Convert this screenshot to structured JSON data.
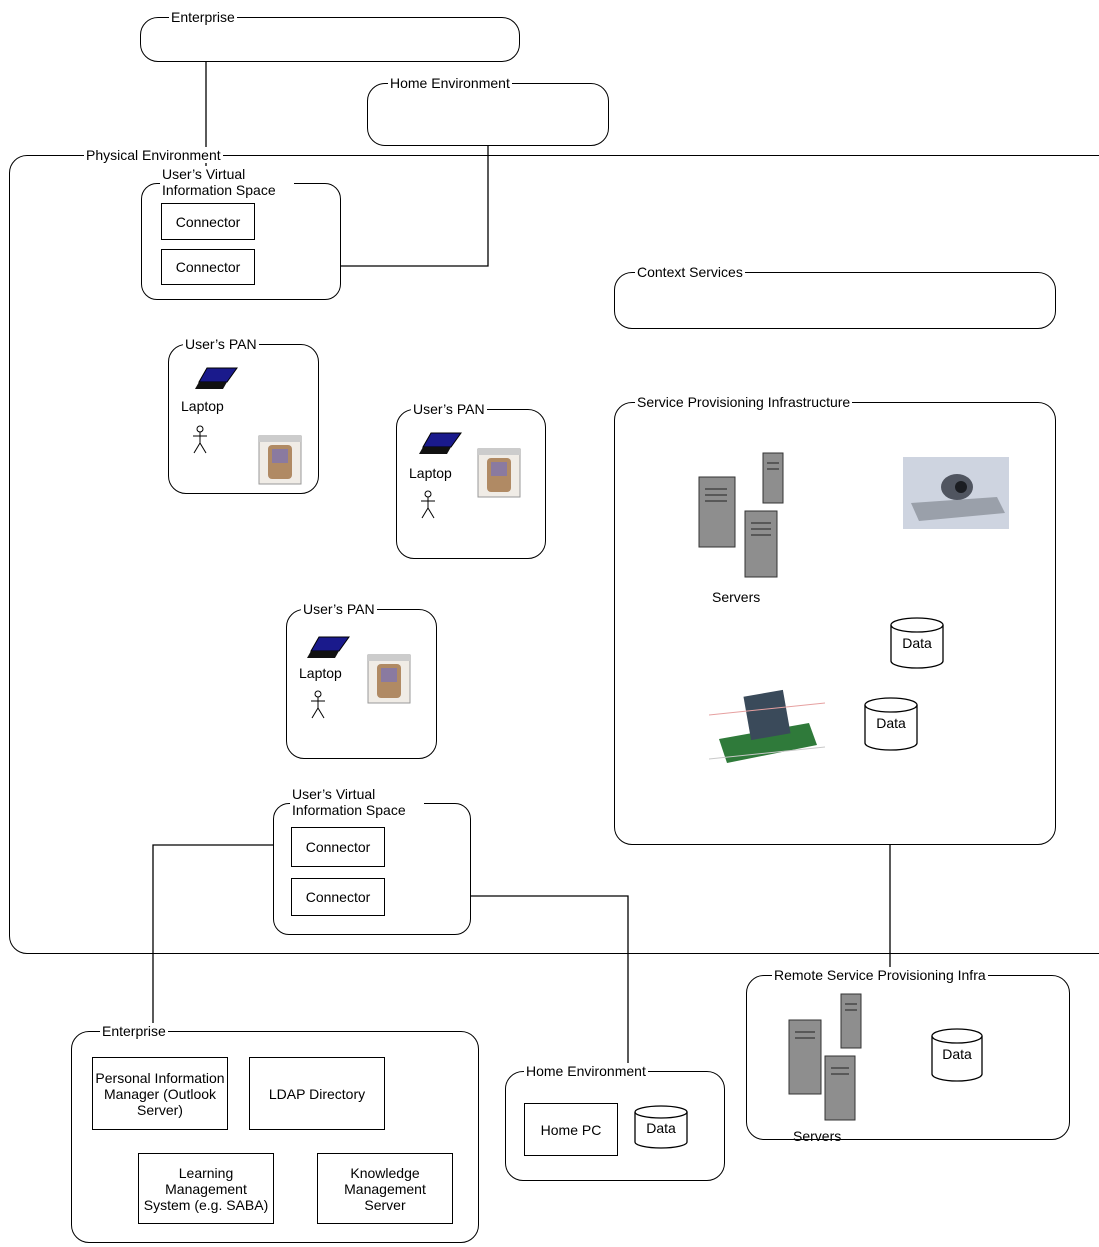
{
  "enterprise_top": {
    "label": "Enterprise"
  },
  "home_top": {
    "label": "Home Environment"
  },
  "physical": {
    "label": "Physical Environment"
  },
  "vis_top": {
    "label": "User’s Virtual Information Space",
    "connectors": [
      "Connector",
      "Connector"
    ]
  },
  "vis_bottom": {
    "label": "User’s Virtual Information Space",
    "connectors": [
      "Connector",
      "Connector"
    ]
  },
  "context_services": {
    "label": "Context Services"
  },
  "pans": [
    {
      "label": "User’s PAN",
      "device": "Laptop"
    },
    {
      "label": "User’s PAN",
      "device": "Laptop"
    },
    {
      "label": "User’s PAN",
      "device": "Laptop"
    }
  ],
  "spi": {
    "label": "Service Provisioning Infrastructure",
    "servers": "Servers",
    "data": [
      "Data",
      "Data"
    ]
  },
  "remote": {
    "label": "Remote Service Provisioning Infra",
    "servers": "Servers",
    "data": "Data"
  },
  "enterprise_bottom": {
    "label": "Enterprise",
    "items": [
      "Personal Information Manager (Outlook Server)",
      "LDAP Directory",
      "Learning Management System (e.g. SABA)",
      "Knowledge Management Server"
    ]
  },
  "home_bottom": {
    "label": "Home Environment",
    "pc": "Home PC",
    "data": "Data"
  }
}
